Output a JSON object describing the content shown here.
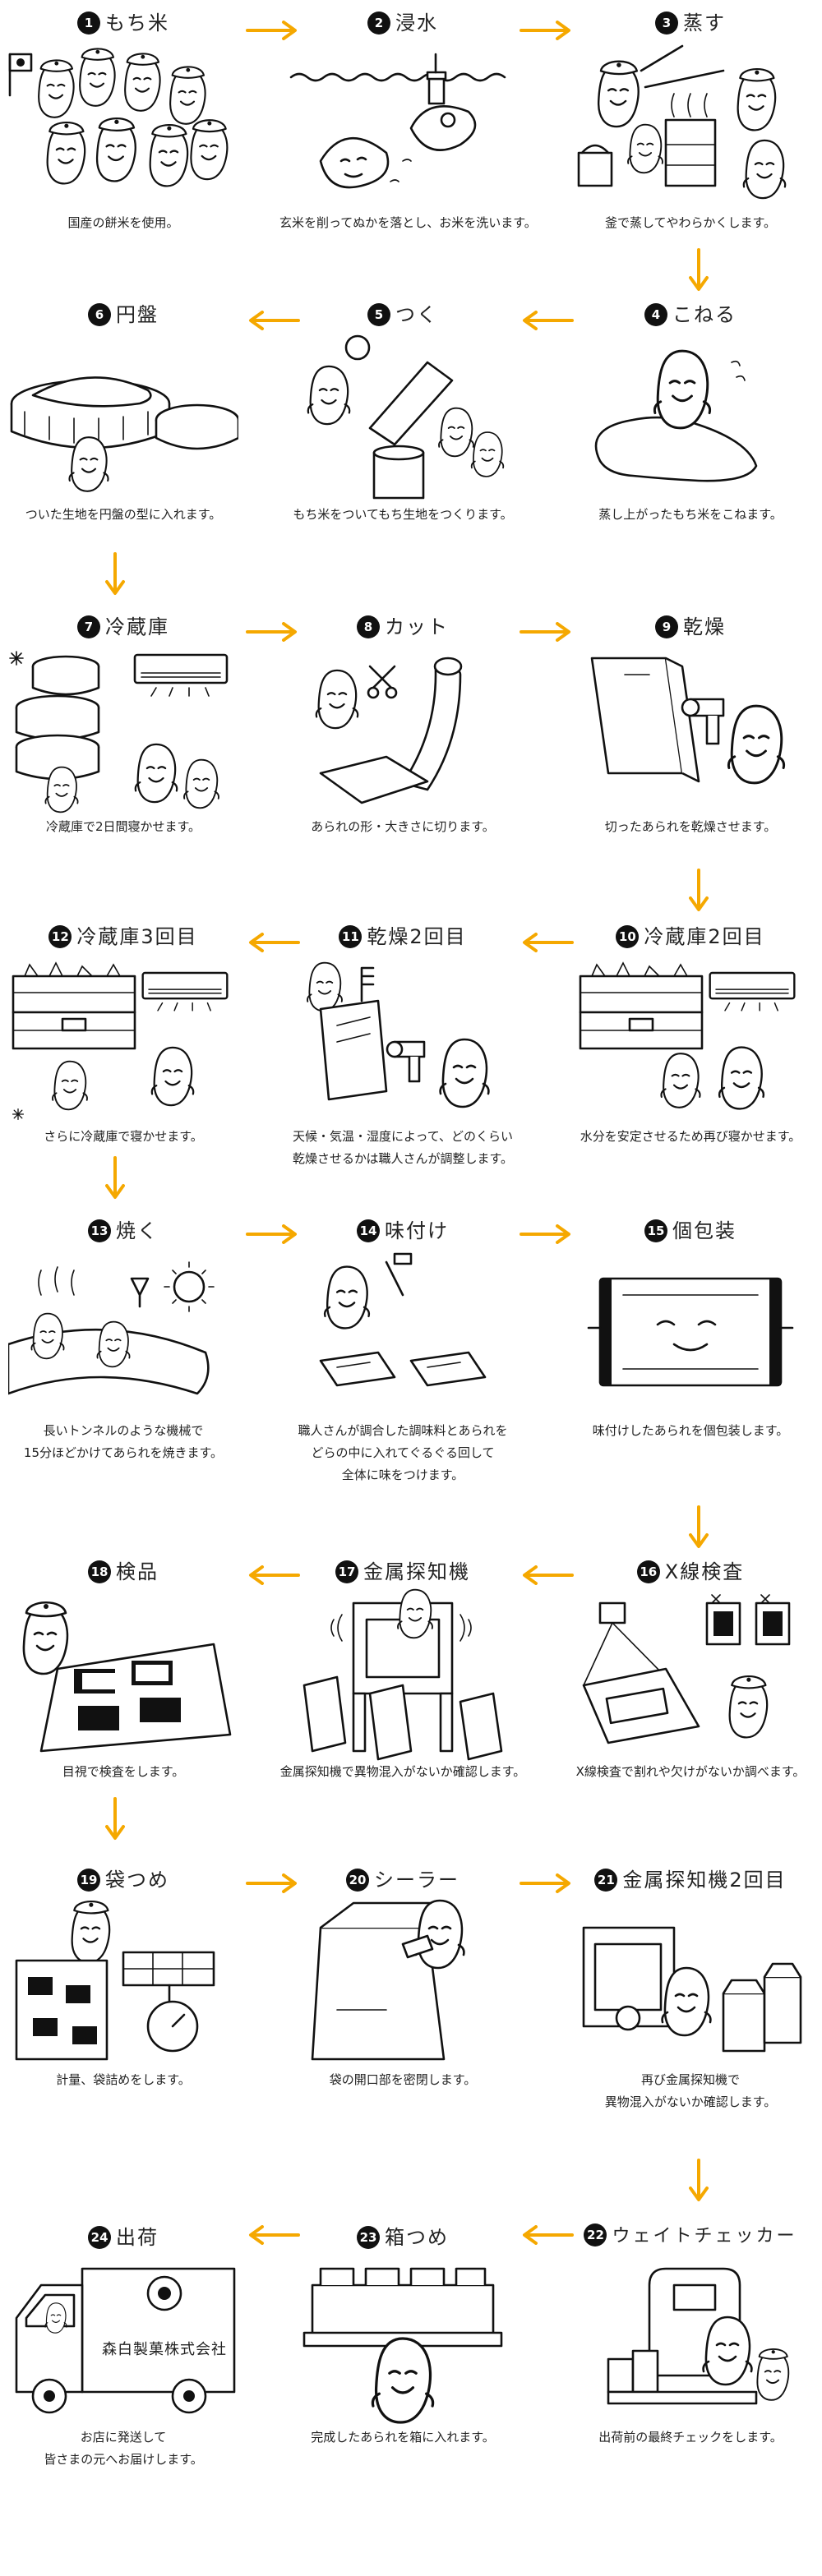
{
  "colors": {
    "arrow": "#F5A800",
    "line": "#111111",
    "background": "#FFFFFF"
  },
  "steps": [
    {
      "num": "1",
      "title": "もち米",
      "caption": [
        "国産の餅米を使用。"
      ],
      "icon": "rice-bags-illustration"
    },
    {
      "num": "2",
      "title": "浸水",
      "caption": [
        "玄米を削ってぬかを落とし、お米を洗います。"
      ],
      "icon": "soaking-illustration"
    },
    {
      "num": "3",
      "title": "蒸す",
      "caption": [
        "釜で蒸してやわらかくします。"
      ],
      "icon": "steaming-illustration"
    },
    {
      "num": "4",
      "title": "こねる",
      "caption": [
        "蒸し上がったもち米をこねます。"
      ],
      "icon": "kneading-illustration"
    },
    {
      "num": "5",
      "title": "つく",
      "caption": [
        "もち米をついてもち生地をつくります。"
      ],
      "icon": "pounding-illustration"
    },
    {
      "num": "6",
      "title": "円盤",
      "caption": [
        "ついた生地を円盤の型に入れます。"
      ],
      "icon": "disc-mold-illustration"
    },
    {
      "num": "7",
      "title": "冷蔵庫",
      "caption": [
        "冷蔵庫で2日間寝かせます。"
      ],
      "icon": "refrigerator-illustration"
    },
    {
      "num": "8",
      "title": "カット",
      "caption": [
        "あられの形・大きさに切ります。"
      ],
      "icon": "cutting-illustration"
    },
    {
      "num": "9",
      "title": "乾燥",
      "caption": [
        "切ったあられを乾燥させます。"
      ],
      "icon": "drying-illustration"
    },
    {
      "num": "10",
      "title": "冷蔵庫2回目",
      "caption": [
        "水分を安定させるため再び寝かせます。"
      ],
      "icon": "refrigerator-illustration"
    },
    {
      "num": "11",
      "title": "乾燥2回目",
      "caption": [
        "天候・気温・湿度によって、どのくらい",
        "乾燥させるかは職人さんが調整します。"
      ],
      "icon": "drying-illustration"
    },
    {
      "num": "12",
      "title": "冷蔵庫3回目",
      "caption": [
        "さらに冷蔵庫で寝かせます。"
      ],
      "icon": "refrigerator-illustration"
    },
    {
      "num": "13",
      "title": "焼く",
      "caption": [
        "長いトンネルのような機械で",
        "15分ほどかけてあられを焼きます。"
      ],
      "icon": "baking-illustration"
    },
    {
      "num": "14",
      "title": "味付け",
      "caption": [
        "職人さんが調合した調味料とあられを",
        "どらの中に入れてぐるぐる回して",
        "全体に味をつけます。"
      ],
      "icon": "seasoning-illustration"
    },
    {
      "num": "15",
      "title": "個包装",
      "caption": [
        "味付けしたあられを個包装します。"
      ],
      "icon": "wrapping-illustration"
    },
    {
      "num": "16",
      "title": "X線検査",
      "caption": [
        "X線検査で割れや欠けがないか調べます。"
      ],
      "icon": "xray-illustration"
    },
    {
      "num": "17",
      "title": "金属探知機",
      "caption": [
        "金属探知機で異物混入がないか確認します。"
      ],
      "icon": "metal-detector-illustration"
    },
    {
      "num": "18",
      "title": "検品",
      "caption": [
        "目視で検査をします。"
      ],
      "icon": "inspection-illustration"
    },
    {
      "num": "19",
      "title": "袋つめ",
      "caption": [
        "計量、袋詰めをします。"
      ],
      "icon": "bagging-illustration"
    },
    {
      "num": "20",
      "title": "シーラー",
      "caption": [
        "袋の開口部を密閉します。"
      ],
      "icon": "sealer-illustration"
    },
    {
      "num": "21",
      "title": "金属探知機2回目",
      "caption": [
        "再び金属探知機で",
        "異物混入がないか確認します。"
      ],
      "icon": "metal-detector-illustration"
    },
    {
      "num": "22",
      "title": "ウェイトチェッカー",
      "caption": [
        "出荷前の最終チェックをします。"
      ],
      "icon": "weight-checker-illustration"
    },
    {
      "num": "23",
      "title": "箱つめ",
      "caption": [
        "完成したあられを箱に入れます。"
      ],
      "icon": "boxing-illustration"
    },
    {
      "num": "24",
      "title": "出荷",
      "caption": [
        "お店に発送して",
        "皆さまの元へお届けします。"
      ],
      "icon": "truck-illustration"
    }
  ],
  "truck_label": "森白製菓株式会社"
}
